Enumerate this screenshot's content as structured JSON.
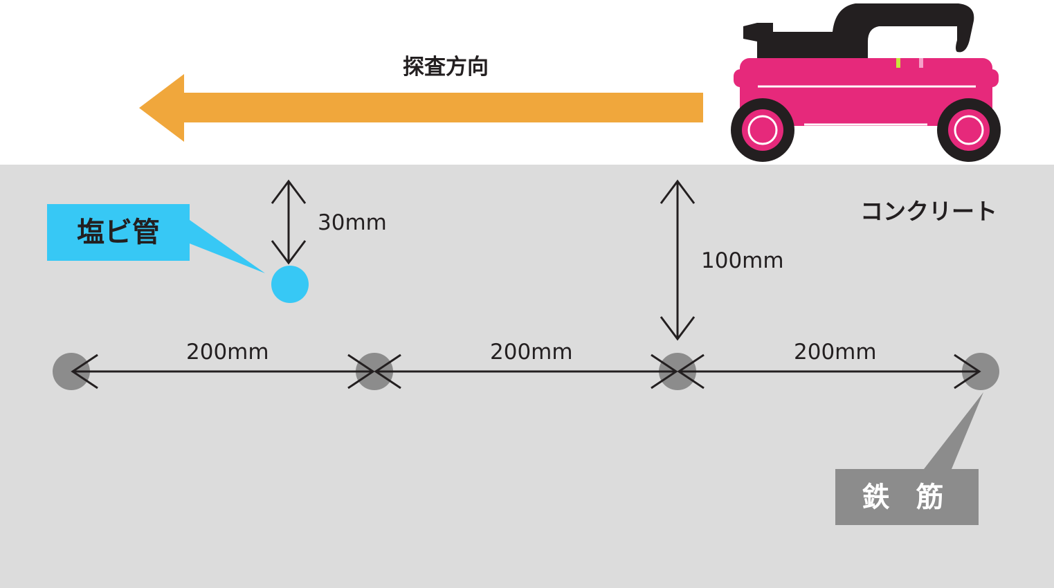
{
  "labels": {
    "direction": "探査方向",
    "concrete": "コンクリート",
    "pvc": "塩ビ管",
    "rebar": "鉄 筋",
    "depth_pvc": "30mm",
    "depth_rebar": "100mm",
    "spacing_1": "200mm",
    "spacing_2": "200mm",
    "spacing_3": "200mm"
  },
  "colors": {
    "concrete": "#dcdcdc",
    "arrow": "#f0a73c",
    "scanner_body": "#e6297b",
    "scanner_handle": "#231f20",
    "pvc": "#37c8f5",
    "rebar": "#8c8c8c",
    "line": "#231f20"
  }
}
